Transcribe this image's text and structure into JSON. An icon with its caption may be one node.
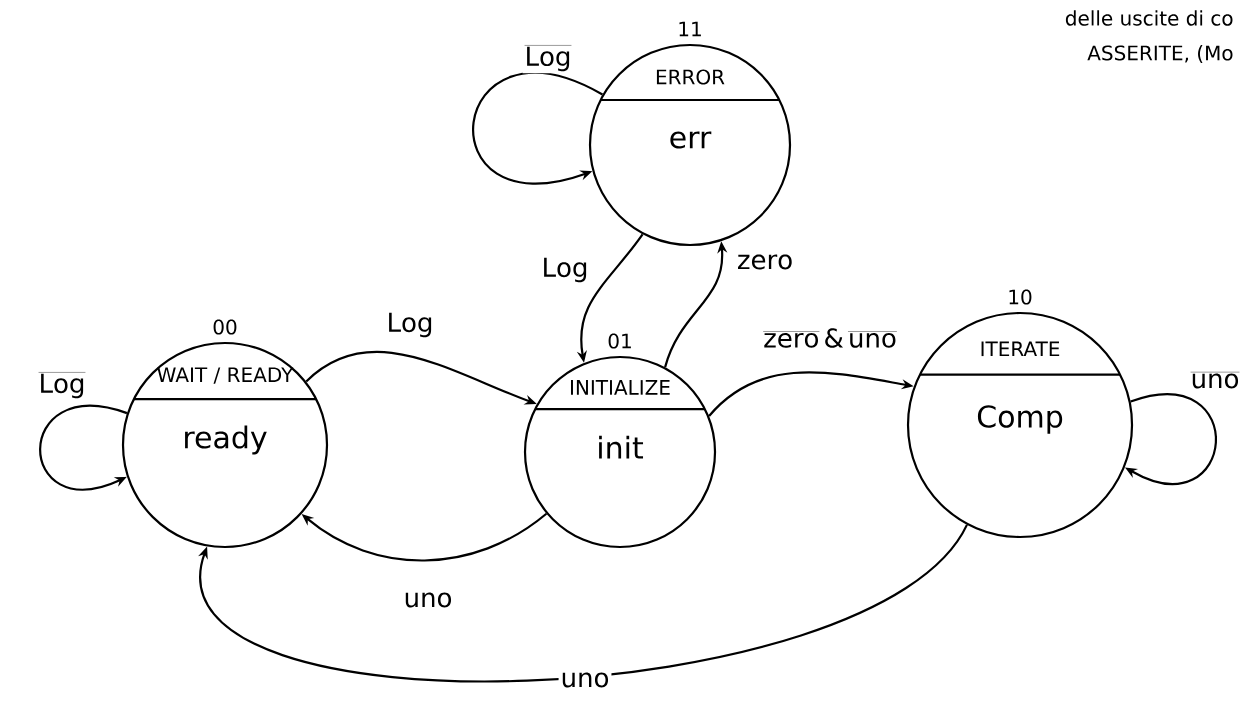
{
  "diagram": {
    "nodes": [
      {
        "text": [
          "ERROR",
          "err"
        ],
        "beside": [
          "11"
        ]
      },
      {
        "text": [
          "WAIT / READY",
          "ready"
        ],
        "beside": [
          "00"
        ]
      },
      {
        "text": [
          "INITIALIZE",
          "init"
        ],
        "beside": [
          "01"
        ]
      },
      {
        "text": [
          "ITERATE",
          "Comp"
        ],
        "beside": [
          "10"
        ]
      }
    ],
    "edges": [
      {
        "from": 0,
        "to": 0,
        "arrow": "to",
        "label": "\\overline{\\mathrm{Log}}"
      },
      {
        "from": 2,
        "to": 0,
        "arrow": "to",
        "label": "\\mathrm{zero}"
      },
      {
        "from": 0,
        "to": 2,
        "arrow": "to",
        "label": "\\mathrm{Log}"
      },
      {
        "from": 1,
        "to": 1,
        "arrow": "to",
        "label": "\\overline{\\mathrm{Log}}"
      },
      {
        "from": 1,
        "to": 2,
        "arrow": "to",
        "label": "\\mathrm{Log}"
      },
      {
        "from": 2,
        "to": 1,
        "arrow": "to",
        "label": "\\mathrm{uno}"
      },
      {
        "from": 2,
        "to": 3,
        "arrow": "to",
        "label": "\\overline{\\mathrm{zero}}\\,\\&\\,\\overline{\\mathrm{uno}}"
      },
      {
        "from": 3,
        "to": 3,
        "arrow": "to",
        "label": "\\overline{\\mathrm{uno}}"
      },
      {
        "from": 3,
        "to": 1,
        "arrow": "to",
        "label": "\\mathrm{uno}"
      }
    ],
    "labels": [
      "delle uscite di co",
      "ASSERITE, (Mo"
    ]
  }
}
